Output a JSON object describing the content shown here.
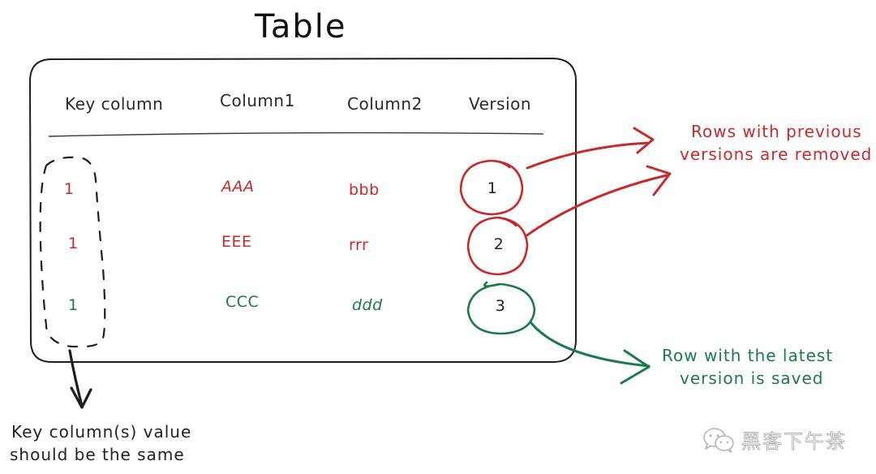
{
  "title": "Table",
  "columns": [
    "Key column",
    "Column1",
    "Column2",
    "Version"
  ],
  "rows": [
    {
      "key": "1",
      "column1": "AAA",
      "column2": "bbb",
      "version": "1",
      "status": "removed"
    },
    {
      "key": "1",
      "column1": "EEE",
      "column2": "rrr",
      "version": "2",
      "status": "removed"
    },
    {
      "key": "1",
      "column1": "CCC",
      "column2": "ddd",
      "version": "3",
      "status": "saved"
    }
  ],
  "annotations": {
    "removed_line1": "Rows with previous",
    "removed_line2": "versions are removed",
    "saved_line1": "Row with the latest",
    "saved_line2": "version is saved",
    "key_line1": "Key column(s) value",
    "key_line2": "should be the same"
  },
  "watermark": {
    "text": "黑客下午茶",
    "icon": "wechat-icon"
  },
  "colors": {
    "removed": "#c62a2a",
    "saved": "#1c7a4a",
    "ink": "#222222"
  }
}
